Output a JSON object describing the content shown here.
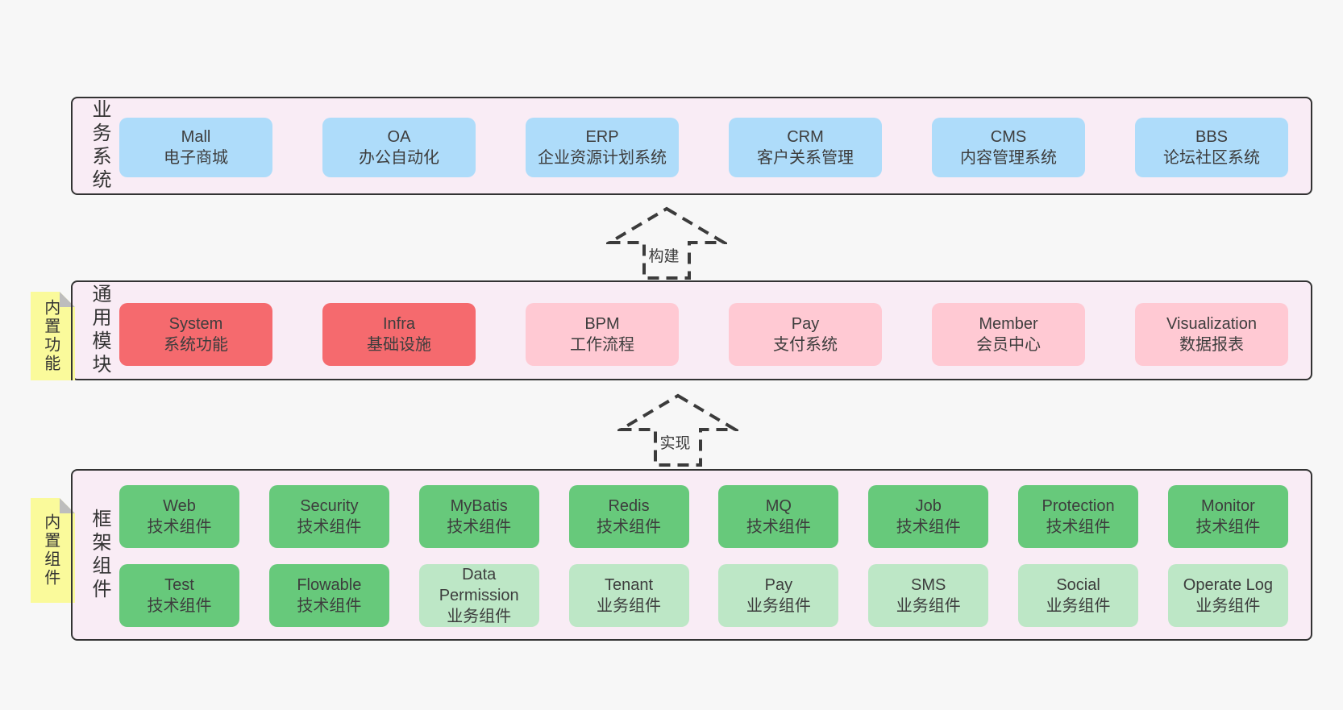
{
  "colors": {
    "page_bg": "#f7f7f7",
    "band_bg": "#f9ecf5",
    "band_border": "#333333",
    "system_blue": "#aedcfa",
    "core_red": "#f56a6e",
    "module_pink": "#ffc9d3",
    "tech_green": "#67c97b",
    "biz_light_green": "#bde7c6",
    "sticky_yellow": "#fafa9b",
    "sticky_fold_gray": "#bdbdbd",
    "text": "#3a3a3a"
  },
  "arrows": [
    {
      "label": "构建"
    },
    {
      "label": "实现"
    }
  ],
  "bands": [
    {
      "label": "业务系统",
      "boxes": [
        {
          "title": "Mall",
          "subtitle": "电子商城",
          "variant": "system"
        },
        {
          "title": "OA",
          "subtitle": "办公自动化",
          "variant": "system"
        },
        {
          "title": "ERP",
          "subtitle": "企业资源计划系统",
          "variant": "system"
        },
        {
          "title": "CRM",
          "subtitle": "客户关系管理",
          "variant": "system"
        },
        {
          "title": "CMS",
          "subtitle": "内容管理系统",
          "variant": "system"
        },
        {
          "title": "BBS",
          "subtitle": "论坛社区系统",
          "variant": "system"
        }
      ]
    },
    {
      "label": "通用模块",
      "sticky": "内置功能",
      "boxes": [
        {
          "title": "System",
          "subtitle": "系统功能",
          "variant": "core"
        },
        {
          "title": "Infra",
          "subtitle": "基础设施",
          "variant": "core"
        },
        {
          "title": "BPM",
          "subtitle": "工作流程",
          "variant": "module"
        },
        {
          "title": "Pay",
          "subtitle": "支付系统",
          "variant": "module"
        },
        {
          "title": "Member",
          "subtitle": "会员中心",
          "variant": "module"
        },
        {
          "title": "Visualization",
          "subtitle": "数据报表",
          "variant": "module"
        }
      ]
    },
    {
      "label": "框架组件",
      "sticky": "内置组件",
      "rows": [
        [
          {
            "title": "Web",
            "subtitle": "技术组件",
            "variant": "tech"
          },
          {
            "title": "Security",
            "subtitle": "技术组件",
            "variant": "tech"
          },
          {
            "title": "MyBatis",
            "subtitle": "技术组件",
            "variant": "tech"
          },
          {
            "title": "Redis",
            "subtitle": "技术组件",
            "variant": "tech"
          },
          {
            "title": "MQ",
            "subtitle": "技术组件",
            "variant": "tech"
          },
          {
            "title": "Job",
            "subtitle": "技术组件",
            "variant": "tech"
          },
          {
            "title": "Protection",
            "subtitle": "技术组件",
            "variant": "tech"
          },
          {
            "title": "Monitor",
            "subtitle": "技术组件",
            "variant": "tech"
          }
        ],
        [
          {
            "title": "Test",
            "subtitle": "技术组件",
            "variant": "tech"
          },
          {
            "title": "Flowable",
            "subtitle": "技术组件",
            "variant": "tech"
          },
          {
            "title": "Data Permission",
            "subtitle": "业务组件",
            "variant": "biz"
          },
          {
            "title": "Tenant",
            "subtitle": "业务组件",
            "variant": "biz"
          },
          {
            "title": "Pay",
            "subtitle": "业务组件",
            "variant": "biz"
          },
          {
            "title": "SMS",
            "subtitle": "业务组件",
            "variant": "biz"
          },
          {
            "title": "Social",
            "subtitle": "业务组件",
            "variant": "biz"
          },
          {
            "title": "Operate Log",
            "subtitle": "业务组件",
            "variant": "biz"
          }
        ]
      ]
    }
  ]
}
